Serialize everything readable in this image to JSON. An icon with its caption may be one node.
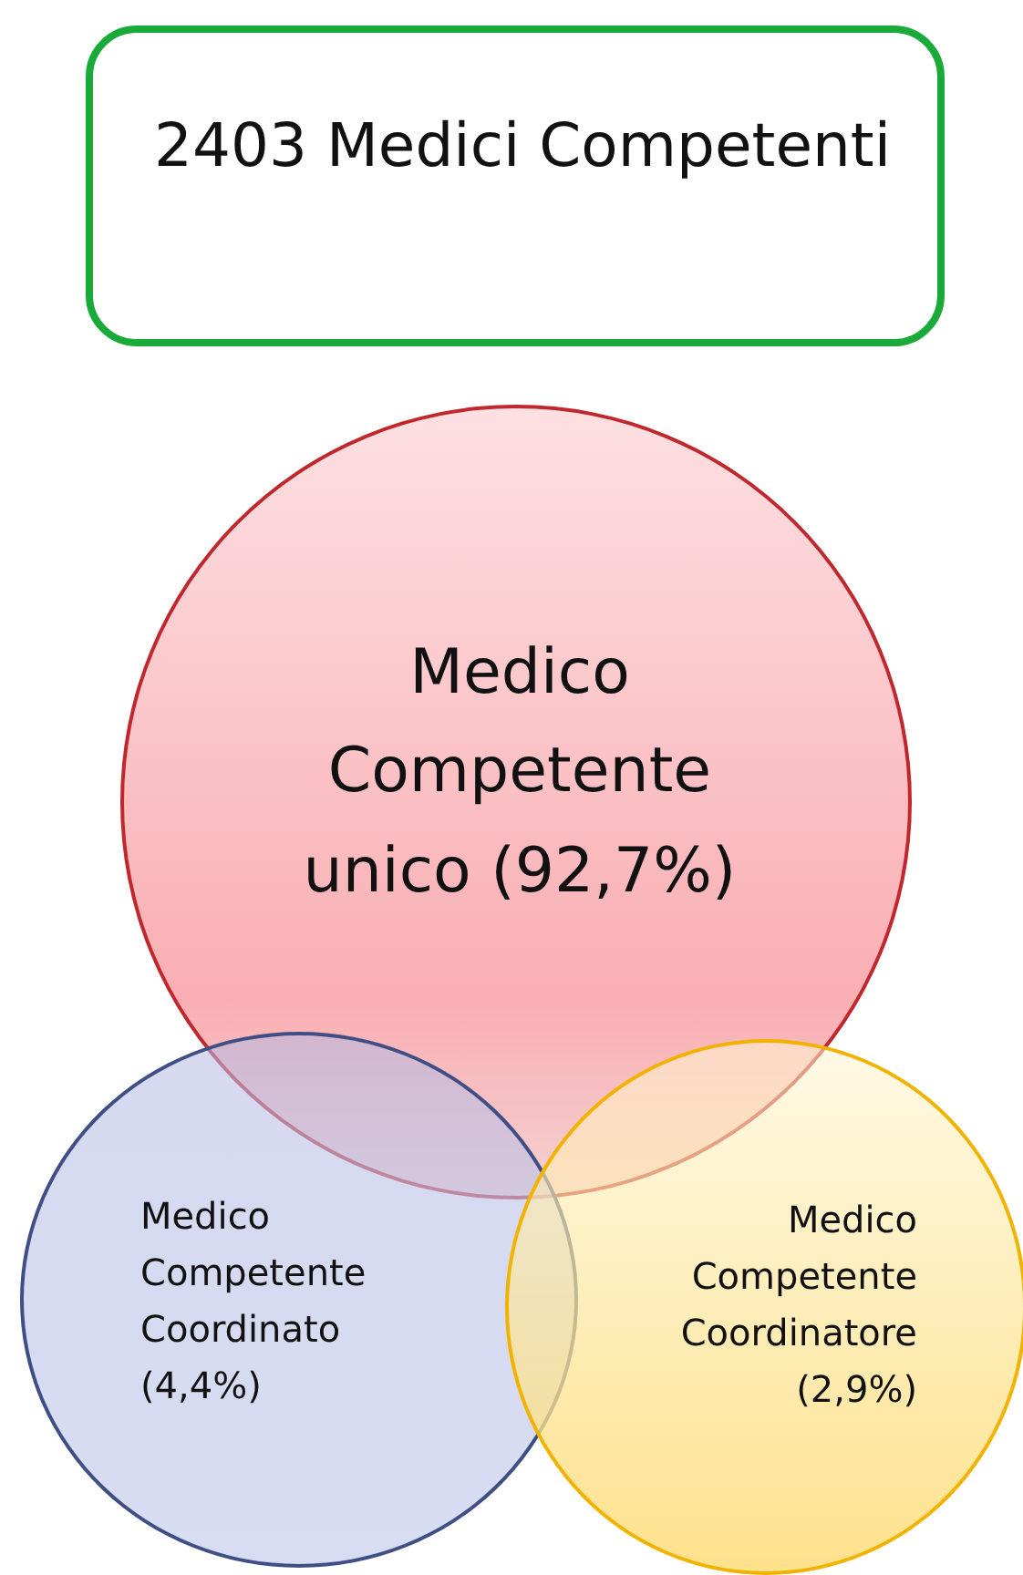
{
  "diagram": {
    "nodes": [
      {
        "text": [
          "2403 Medici Competenti"
        ]
      },
      {
        "text": [
          "Medico Competente unico (92,7%)"
        ]
      },
      {
        "text": [
          "Medico Competente Coordinato (4,4%)"
        ]
      },
      {
        "text": [
          "Medico Competente Coordinatore (2,9%)"
        ]
      }
    ]
  }
}
